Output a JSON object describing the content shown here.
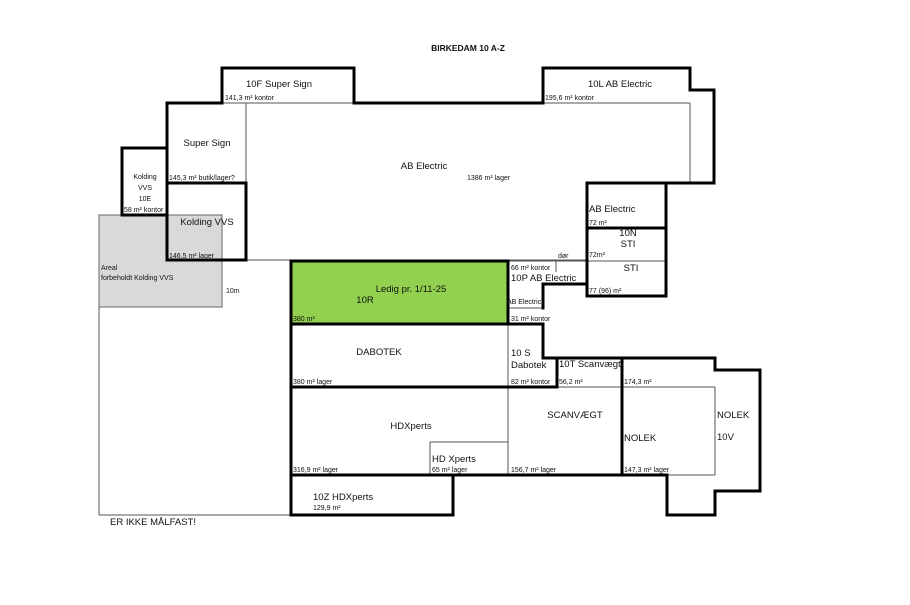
{
  "title": "BIRKEDAM 10 A-Z",
  "colors": {
    "available": "#92d050",
    "reserved": "#d9d9d9"
  },
  "units": {
    "f": {
      "name": "10F Super Sign",
      "area": "141,3 m² kontor"
    },
    "l": {
      "name": "10L AB Electric",
      "area": "195,6 m² kontor"
    },
    "super_sign": {
      "name": "Super Sign",
      "area": "145,3 m² butik/lager?"
    },
    "ab_main": {
      "name": "AB Electric",
      "area": "1386 m² lager"
    },
    "e": {
      "name1": "Kolding",
      "name2": "VVS",
      "name3": "10E",
      "area": "58 m² kontor"
    },
    "kolding": {
      "name": "Kolding VVS",
      "area": "146,5 m² lager"
    },
    "reserved": {
      "line1": "Areal",
      "line2": "forbeholdt Kolding VVS"
    },
    "ten_m": "10m",
    "ab_small": {
      "name": "AB Electric",
      "area": "72 m²"
    },
    "n": {
      "name1": "10N",
      "name2": "STI",
      "area": "72m²"
    },
    "sti": {
      "name": "STI",
      "area": "77 (96) m²"
    },
    "door": "dør",
    "p": {
      "area1": "66 m² kontor",
      "name": "10P AB Electric",
      "name2": "AB Electric",
      "area2": "31 m² kontor"
    },
    "r": {
      "status": "Ledig pr. 1/11-25",
      "name": "10R",
      "area": "380 m²"
    },
    "dabotek": {
      "name": "DABOTEK",
      "area": "380 m² lager"
    },
    "s": {
      "name1": "10 S",
      "name2": "Dabotek",
      "area": "82 m² kontor"
    },
    "t": {
      "name": "10T Scanvægt",
      "area": "56,2 m²"
    },
    "nolek_top": {
      "area": "174,3 m²"
    },
    "hdx": {
      "name": "HDXperts",
      "area": "316,9 m² lager"
    },
    "hdx_small": {
      "name": "HD Xperts",
      "area": "65 m² lager"
    },
    "scanvaegt": {
      "name": "SCANVÆGT",
      "area": "156,7 m² lager"
    },
    "nolek": {
      "name": "NOLEK",
      "area": "147,3 m² lager"
    },
    "v": {
      "name1": "NOLEK",
      "name2": "10V"
    },
    "z": {
      "name": "10Z HDXperts",
      "area": "129,9 m²"
    }
  },
  "footer_note": "ER IKKE MÅLFAST!"
}
